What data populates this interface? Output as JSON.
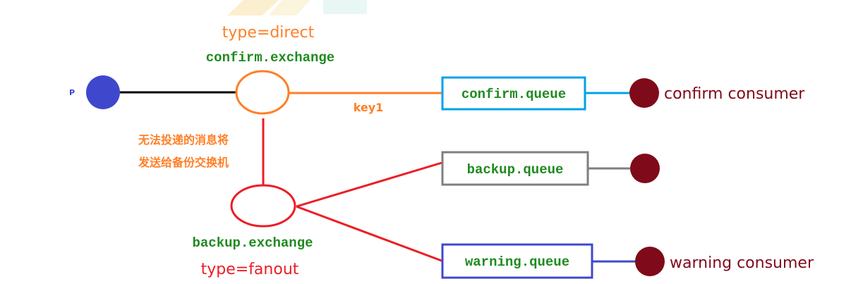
{
  "producer": {
    "label": "P"
  },
  "confirm_exchange": {
    "type_label": "type=direct",
    "name": "confirm.exchange"
  },
  "routing_key": "key1",
  "fallback_note": {
    "line1": "无法投递的消息将",
    "line2": "发送给备份交换机"
  },
  "backup_exchange": {
    "name": "backup.exchange",
    "type_label": "type=fanout"
  },
  "queues": {
    "confirm": "confirm.queue",
    "backup": "backup.queue",
    "warning": "warning.queue"
  },
  "consumers": {
    "confirm": "confirm consumer",
    "warning": "warning consumer"
  },
  "colors": {
    "producer": "#3f48cc",
    "consumer": "#7f0a1a",
    "direct": "#ff7f27",
    "fanout": "#ed1c24",
    "exchange_name": "#1f8a1f",
    "confirm_queue_border": "#00a2e8",
    "backup_queue_border": "#7f7f7f",
    "warning_queue_border": "#3f48cc"
  }
}
